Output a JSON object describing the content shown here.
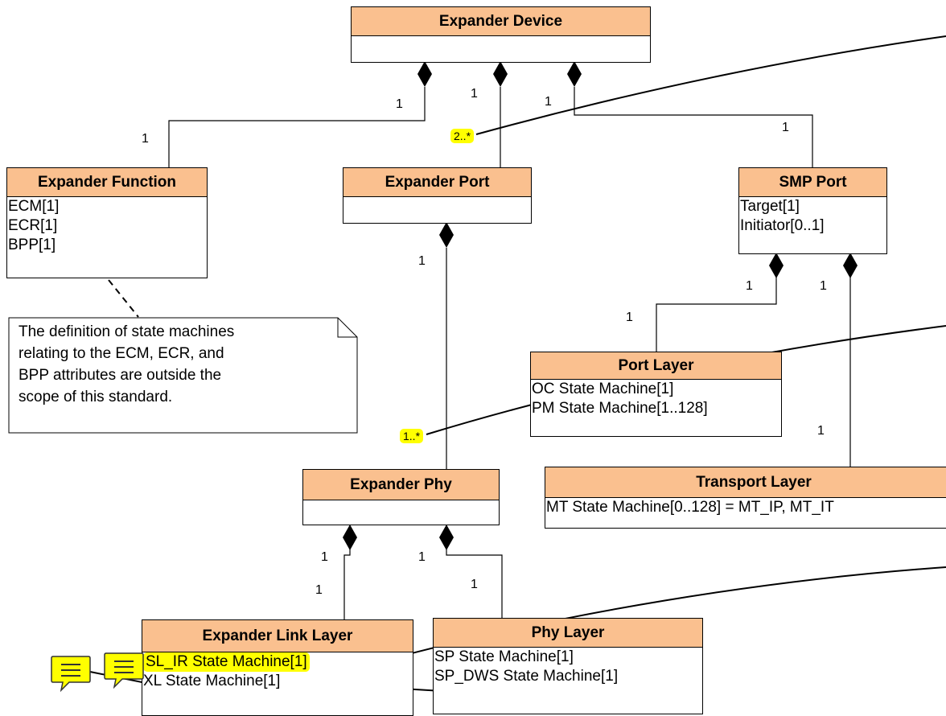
{
  "classes": {
    "expander_device": {
      "name": "Expander Device",
      "attrs": []
    },
    "expander_function": {
      "name": "Expander Function",
      "attrs": [
        "ECM[1]",
        "ECR[1]",
        "BPP[1]"
      ]
    },
    "expander_port": {
      "name": "Expander Port",
      "attrs": []
    },
    "smp_port": {
      "name": "SMP Port",
      "attrs": [
        "Target[1]",
        "Initiator[0..1]"
      ]
    },
    "port_layer": {
      "name": "Port Layer",
      "attrs": [
        "OC State Machine[1]",
        "PM State Machine[1..128]"
      ]
    },
    "transport_layer": {
      "name": "Transport Layer",
      "attrs": [
        "MT State Machine[0..128] = MT_IP, MT_IT"
      ]
    },
    "expander_phy": {
      "name": "Expander Phy",
      "attrs": []
    },
    "expander_link_layer": {
      "name": "Expander Link Layer",
      "attrs": [
        "SL_IR State Machine[1]",
        "XL State Machine[1]"
      ]
    },
    "phy_layer": {
      "name": "Phy Layer",
      "attrs": [
        "SP State Machine[1]",
        "SP_DWS State Machine[1]"
      ]
    }
  },
  "note": {
    "lines": [
      "The definition of state machines",
      "relating to the ECM, ECR, and",
      "BPP attributes are outside the",
      "scope of this standard."
    ]
  },
  "multiplicities": {
    "dev_func_a": "1",
    "dev_func_b": "1",
    "dev_port_a": "1",
    "dev_port_b": "2..*",
    "dev_smp_a": "1",
    "dev_smp_b": "1",
    "port_phy_a": "1",
    "port_phy_b": "1..*",
    "smp_portlayer_a": "1",
    "smp_portlayer_b": "1",
    "smp_transport_a": "1",
    "smp_transport_b": "1",
    "phy_link_a": "1",
    "phy_link_b": "1",
    "phy_phylayer_a": "1",
    "phy_phylayer_b": "1"
  },
  "colors": {
    "class_header": "#fac08f",
    "highlight": "#ffff00",
    "comment_icon": "#ffff00"
  },
  "icons": [
    "comment-icon",
    "comment-icon"
  ]
}
